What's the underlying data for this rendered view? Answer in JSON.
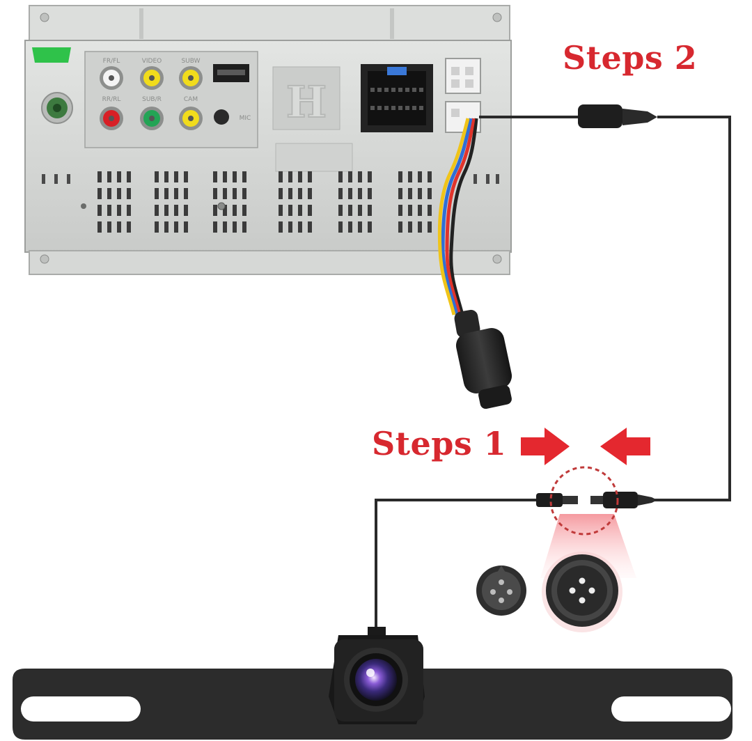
{
  "labels": {
    "steps2": "Steps 2",
    "steps1": "Steps 1"
  },
  "colors": {
    "accent": "#d7282f",
    "head_unit": "#d4d6d4",
    "cable": "#2a2a2a",
    "rca_white": "#f4f4f4",
    "rca_yellow": "#f1dc1c",
    "rca_red": "#d81f26",
    "rca_green": "#23a455",
    "wire_red": "#e0342c",
    "wire_blue": "#2f6fd6",
    "wire_yellow": "#f0c419",
    "wire_black": "#222222"
  },
  "head_unit": {
    "port_labels": [
      "FR/FL",
      "VIDEO",
      "SUBW",
      "RR/RL",
      "SUB/R",
      "CAM",
      "MIC"
    ],
    "badge_letter": "H"
  },
  "icons": [
    "head-unit-icon",
    "usb-port-icon",
    "wiring-harness-icon",
    "aviation-plug-icon",
    "arrow-right-icon",
    "arrow-left-icon",
    "rear-camera-icon",
    "license-plate-frame-icon"
  ]
}
